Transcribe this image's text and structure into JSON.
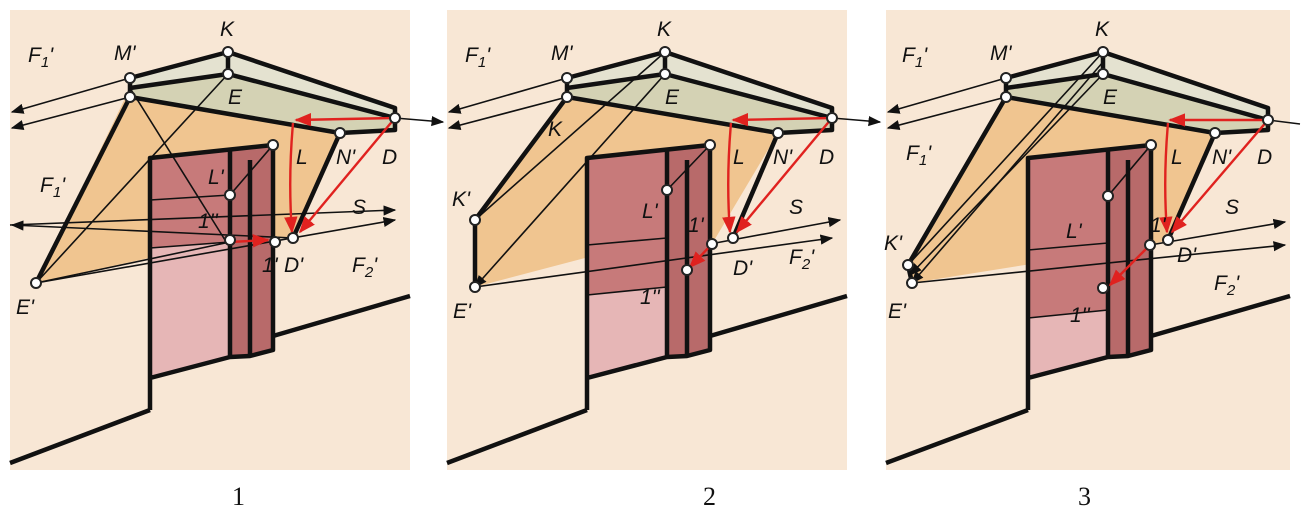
{
  "panels": [
    {
      "caption": "1",
      "labels": [
        "K",
        "M'",
        "F1'",
        "E",
        "L",
        "N'",
        "D",
        "F1'",
        "L'",
        "S",
        "1''",
        "1'",
        "D'",
        "F2'",
        "E'"
      ]
    },
    {
      "caption": "2",
      "labels": [
        "K",
        "M'",
        "F1'",
        "E",
        "K",
        "L",
        "N'",
        "D",
        "K'",
        "L'",
        "1'",
        "S",
        "D'",
        "F2'",
        "1''",
        "E'"
      ]
    },
    {
      "caption": "3",
      "labels": [
        "K",
        "M'",
        "F1'",
        "E",
        "L",
        "N'",
        "D",
        "F1'",
        "1'",
        "S",
        "K'",
        "L'",
        "D'",
        "F2'",
        "1''",
        "E'"
      ]
    }
  ],
  "colors": {
    "wall": "#f8e7d5",
    "canopy_shadow": "#f0c590",
    "canopy_top": "#d4d2b4",
    "canopy_edge": "#e4e2d0",
    "door_dark": "#c77a7a",
    "door_light": "#e6b6b6",
    "jamb": "#b86a6a",
    "red": "#e0221f"
  }
}
